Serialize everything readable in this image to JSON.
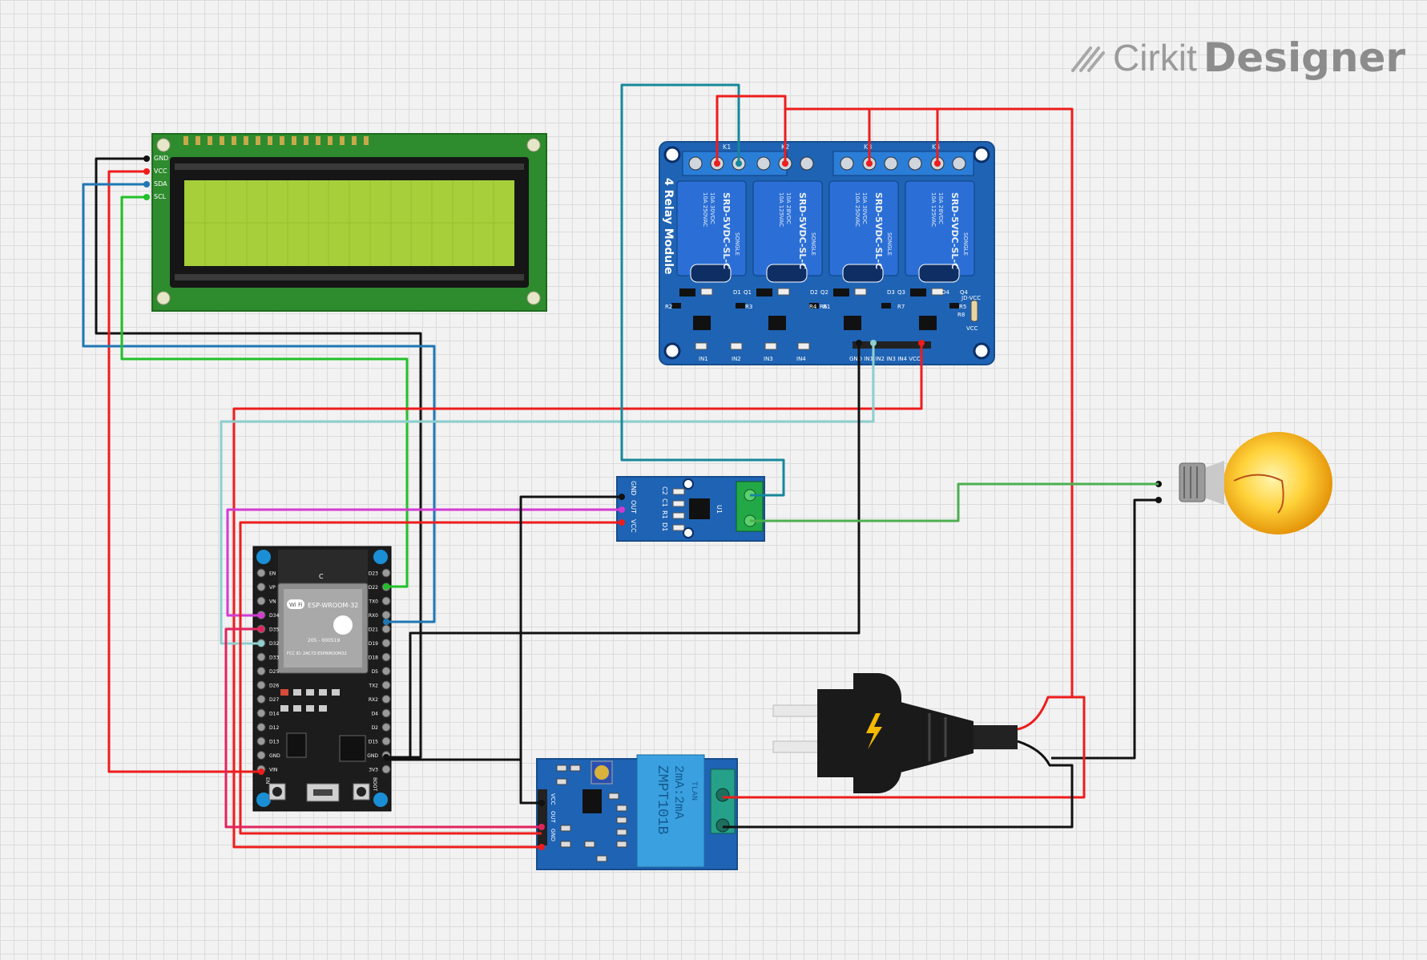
{
  "app": {
    "brand_prefix": "Cirkit",
    "brand_suffix": "Designer"
  },
  "lcd": {
    "pins": [
      "GND",
      "VCC",
      "SDA",
      "SCL"
    ]
  },
  "relay": {
    "module_label": "4 Relay Module",
    "relay_labels": [
      "K1",
      "K2",
      "K3",
      "K4"
    ],
    "relay_brand": "SONGLE",
    "relay_model": "SRD-5VDC-SL-C",
    "relay_rating_1": "10A 250VAC",
    "relay_rating_2": "10A 125VAC",
    "relay_rating_3": "10A 30VDC",
    "relay_rating_4": "10A 28VDC",
    "component_labels": [
      "Q1",
      "D1",
      "Q2",
      "D2",
      "Q3",
      "D3",
      "Q4",
      "D4",
      "R1",
      "R2",
      "R3",
      "R4",
      "R5",
      "R6",
      "R7",
      "R8"
    ],
    "jumper_label": "JD-VCC",
    "vcc_label": "VCC",
    "led_labels": [
      "IN1",
      "IN2",
      "IN3",
      "IN4"
    ],
    "header_pins": "GND IN1 IN2 IN3 IN4 VCC"
  },
  "current_sensor": {
    "pins": [
      "GND",
      "OUT",
      "VCC"
    ],
    "parts": [
      "C2",
      "C1",
      "R1",
      "D1",
      "U1"
    ]
  },
  "esp32": {
    "module_name": "ESP-WROOM-32",
    "fcc_id": "FCC ID: 2AC7Z-ESPWROOM32",
    "cert_code": "205 - 000519",
    "wifi_label": "Wi Fi",
    "mark": "C",
    "left_pins": [
      "EN",
      "VP",
      "VN",
      "D34",
      "D35",
      "D32",
      "D33",
      "D25",
      "D26",
      "D27",
      "D14",
      "D12",
      "D13",
      "GND",
      "VIN"
    ],
    "right_pins": [
      "D23",
      "D22",
      "TX0",
      "RX0",
      "D21",
      "D19",
      "D18",
      "D5",
      "TX2",
      "RX2",
      "D4",
      "D2",
      "D15",
      "GND",
      "3V3"
    ],
    "button_left": "EN",
    "button_right": "BOOT"
  },
  "voltage_sensor": {
    "transformer_text_1": "ZMPT101B",
    "transformer_text_2": "2mA:2mA",
    "transformer_text_3": "TLAN",
    "pins": [
      "VCC",
      "OUT",
      "GND"
    ]
  },
  "colors": {
    "wire_red": "#ee1c1c",
    "wire_black": "#111111",
    "wire_blue": "#1f77b4",
    "wire_green": "#22c02a",
    "wire_teal": "#17879a",
    "wire_lightteal": "#8ecfcf",
    "wire_magenta": "#d23ad2",
    "wire_crimson": "#e0245e",
    "wire_olive": "#4caf50",
    "board_blue": "#1f63b4",
    "lcd_green": "#2e8b2e",
    "lcd_screen": "#a6cf3a"
  }
}
